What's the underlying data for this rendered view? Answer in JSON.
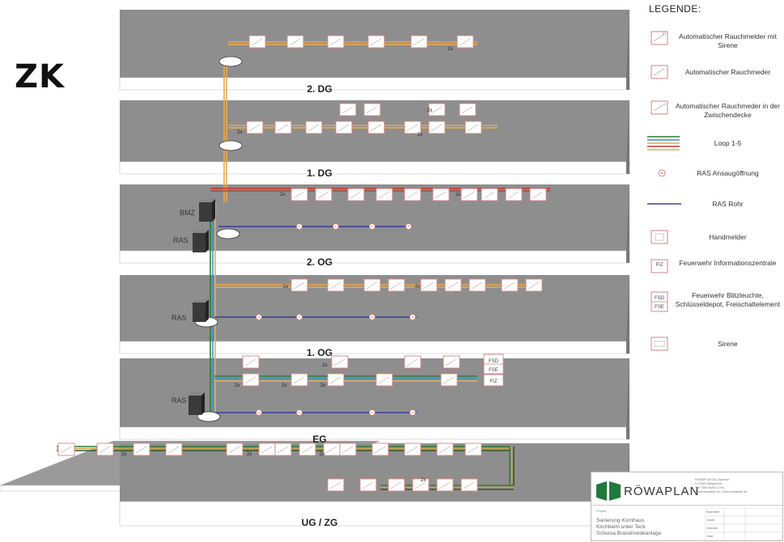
{
  "zk_title": "ZK",
  "floors": [
    "2. DG",
    "1. DG",
    "2. OG",
    "1. OG",
    "EG",
    "UG / ZG"
  ],
  "equipment_labels": {
    "bmz": "BMZ",
    "ras": "RAS",
    "multiplier": "2x"
  },
  "fsd_label": "FSD",
  "fse_label": "FSE",
  "fiz_label": "FIZ",
  "legend": {
    "title": "LEGENDE:",
    "items": [
      {
        "text": "Automatischer Rauchmelder mit Sirene"
      },
      {
        "text": "Automatischer Rauchmeder"
      },
      {
        "text": "Automatischer Rauchmeder in der Zwischendecke"
      },
      {
        "text": "Loop 1-5"
      },
      {
        "text": "RAS Ansaugöffnung"
      },
      {
        "text": "RAS Rohr"
      },
      {
        "text": "Handmelder"
      },
      {
        "text": "Feuerwehr Informationszentrale",
        "symbol": "FIZ"
      },
      {
        "text": "Feuerwehr Blitzleuchte, Schlüsseldepot, Freischaltelement",
        "symbol": "FSD FSE"
      },
      {
        "text": "Sirene"
      }
    ]
  },
  "title_block": {
    "company": "RÖWAPLAN",
    "address_lines": [
      "RÖWAPLAN AG | Adresse",
      "D-73453 Abtsgmünd",
      "+49 7366 9626-0 | Fax",
      "info@roewaplan.de | www.roewaplan.de"
    ],
    "project_label": "Projekt",
    "project_lines": [
      "Sanierung Kornhaus",
      "Kirchheim unter Teck",
      "Schema Brandmeldeanlage"
    ],
    "fields": [
      "Bearbeiter",
      "Datum",
      "Maßstab",
      "Datei"
    ]
  },
  "colors": {
    "slab": "#8e8e8e",
    "slab_edge": "#ffffff",
    "loop_orange": "#f0a44a",
    "loop_red": "#c8352a",
    "loop_green": "#2e7a3a",
    "loop_blue": "#3a8fc9",
    "ras_pipe": "#3b3b9b",
    "device": "#d98080",
    "brand_green": "#1f7a3c"
  }
}
